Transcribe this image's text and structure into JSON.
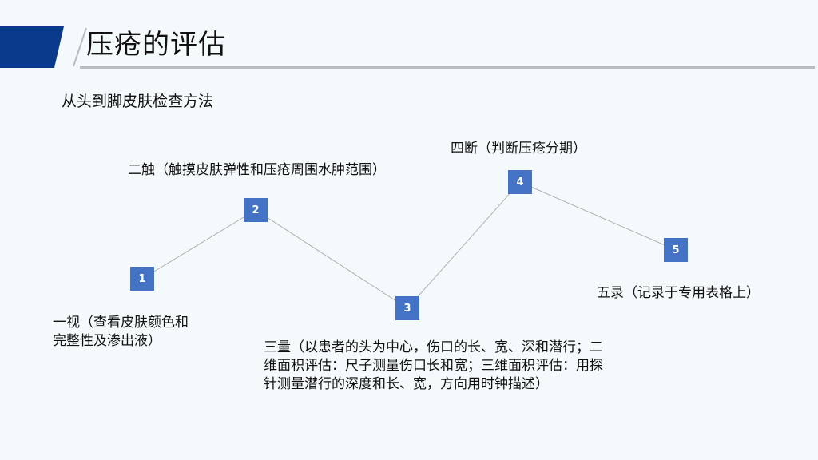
{
  "title": "压疮的评估",
  "subtitle": "从头到脚皮肤检查方法",
  "colors": {
    "accent": "#0a3a8c",
    "node": "#4472c4",
    "rule": "#b9bcc1",
    "line": "#b0b0b0"
  },
  "steps": [
    {
      "number": "1",
      "text": "一视（查看皮肤颜色和完整性及渗出液）"
    },
    {
      "number": "2",
      "text": "二触（触摸皮肤弹性和压疮周围水肿范围）"
    },
    {
      "number": "3",
      "text": "三量（以患者的头为中心，伤口的长、宽、深和潜行；二维面积评估：尺子测量伤口长和宽；三维面积评估：用探针测量潜行的深度和长、宽，方向用时钟描述）"
    },
    {
      "number": "4",
      "text": "四断（判断压疮分期）"
    },
    {
      "number": "5",
      "text": "五录（记录于专用表格上）"
    }
  ]
}
